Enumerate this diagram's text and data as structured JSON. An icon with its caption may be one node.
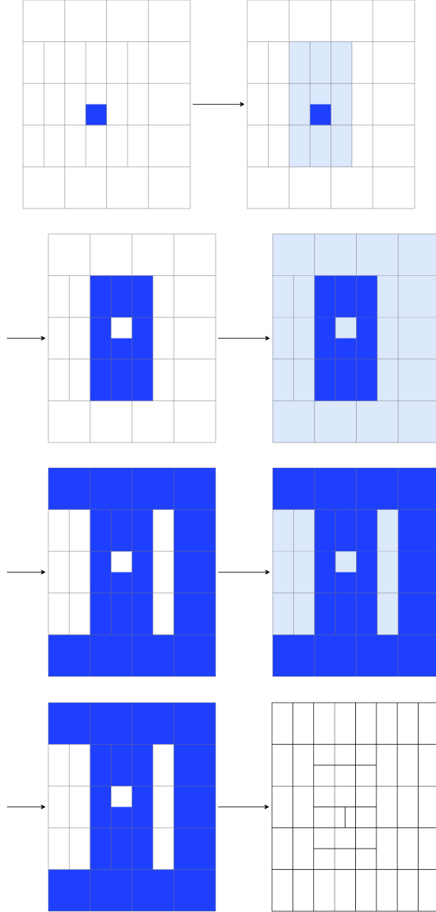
{
  "diagram": {
    "nodes": [
      {
        "text": [],
        "shape": "grid"
      },
      {
        "text": [],
        "shape": "grid"
      },
      {
        "text": [],
        "shape": "grid"
      },
      {
        "text": [],
        "shape": "grid"
      },
      {
        "text": [],
        "shape": "grid"
      },
      {
        "text": [],
        "shape": "grid"
      },
      {
        "text": [],
        "shape": "grid"
      },
      {
        "text": [],
        "shape": "grid"
      }
    ],
    "edges": [
      {
        "from": 0,
        "to": 1,
        "arrow": "to"
      },
      {
        "from": null,
        "to": 2,
        "arrow": "to"
      },
      {
        "from": 2,
        "to": 3,
        "arrow": "to"
      },
      {
        "from": null,
        "to": 4,
        "arrow": "to"
      },
      {
        "from": 4,
        "to": 5,
        "arrow": "to"
      },
      {
        "from": null,
        "to": 6,
        "arrow": "to"
      },
      {
        "from": 6,
        "to": 7,
        "arrow": "to"
      }
    ]
  }
}
